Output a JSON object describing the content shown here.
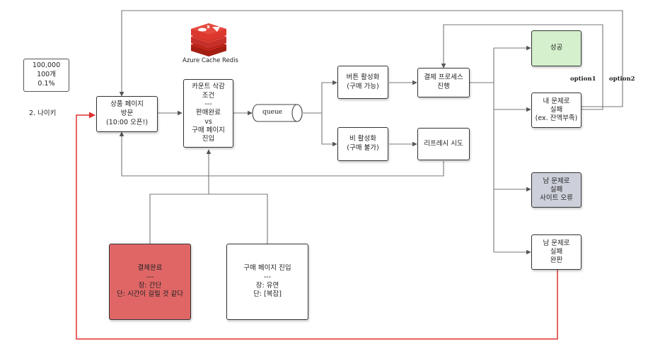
{
  "stats": [
    "100,000",
    "100개",
    "0.1%"
  ],
  "nike_label": "2. 나이키",
  "redis_label": "Azure Cache Redis",
  "colors": {
    "success": "#d5f0cc",
    "site_error": "#cdd0da",
    "red_box": "#e06666",
    "red_line": "#e03030"
  },
  "nodes": {
    "product_page": [
      "상품 페이지",
      "방문",
      "(10:00 오픈!)"
    ],
    "count_condition": [
      "카운트 삭감",
      "조건",
      "---",
      "판매완료",
      "vs",
      "구매 페이지",
      "진입"
    ],
    "queue": "queue",
    "button_enabled": [
      "버튼 활성화",
      "(구매 가능)"
    ],
    "button_disabled": [
      "비 활성화",
      "(구매 불가)"
    ],
    "payment_process": [
      "결제 프로세스",
      "진행"
    ],
    "refresh": "리프레시 시도",
    "success": "성공",
    "my_fail": [
      "내 문제로",
      "실패",
      "(ex. 잔액부족)"
    ],
    "site_fail": [
      "남 문제로",
      "실패",
      "사이트 오류"
    ],
    "soldout_fail": [
      "남 문제로",
      "실패",
      "완판"
    ],
    "payment_complete": [
      "결제완료",
      "---",
      "장: 간단",
      "단: 시간이 걸릴 것 같다"
    ],
    "purchase_entry": [
      "구매 페이지 진입",
      "---",
      "장: 유연",
      "단: [복잡]"
    ]
  },
  "options": {
    "option1": "option1",
    "option2": "option2"
  }
}
